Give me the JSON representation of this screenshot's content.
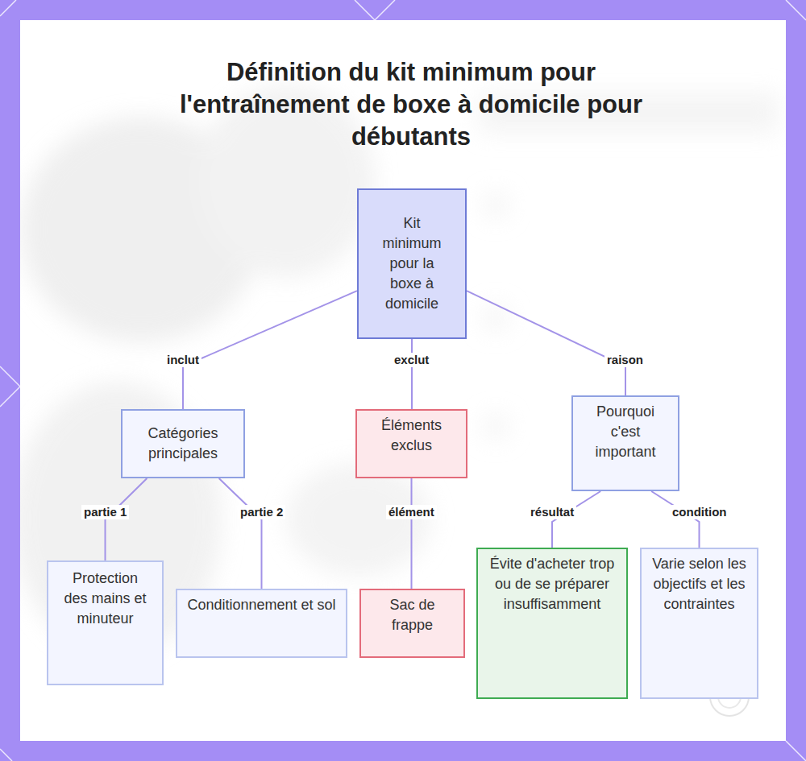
{
  "diagram": {
    "title": "Définition du kit minimum pour l'entraînement de boxe à domicile pour débutants",
    "nodes": [
      {
        "text": [
          "Kit minimum pour la boxe à domicile"
        ]
      },
      {
        "text": [
          "Catégories principales"
        ]
      },
      {
        "text": [
          "Éléments exclus"
        ]
      },
      {
        "text": [
          "Pourquoi c'est important"
        ]
      },
      {
        "text": [
          "Protection des mains et minuteur"
        ]
      },
      {
        "text": [
          "Conditionnement et sol"
        ]
      },
      {
        "text": [
          "Sac de frappe"
        ]
      },
      {
        "text": [
          "Évite d'acheter trop ou de se préparer insuffisamment"
        ]
      },
      {
        "text": [
          "Varie selon les objectifs et les contraintes"
        ]
      }
    ],
    "edges": [
      {
        "from": 0,
        "to": 1,
        "label": "inclut",
        "arrow": "none"
      },
      {
        "from": 0,
        "to": 2,
        "label": "exclut",
        "arrow": "none"
      },
      {
        "from": 0,
        "to": 3,
        "label": "raison",
        "arrow": "none"
      },
      {
        "from": 1,
        "to": 4,
        "label": "partie 1",
        "arrow": "none"
      },
      {
        "from": 1,
        "to": 5,
        "label": "partie 2",
        "arrow": "none"
      },
      {
        "from": 2,
        "to": 6,
        "label": "élément",
        "arrow": "none"
      },
      {
        "from": 3,
        "to": 7,
        "label": "résultat",
        "arrow": "none"
      },
      {
        "from": 3,
        "to": 8,
        "label": "condition",
        "arrow": "none"
      }
    ]
  }
}
